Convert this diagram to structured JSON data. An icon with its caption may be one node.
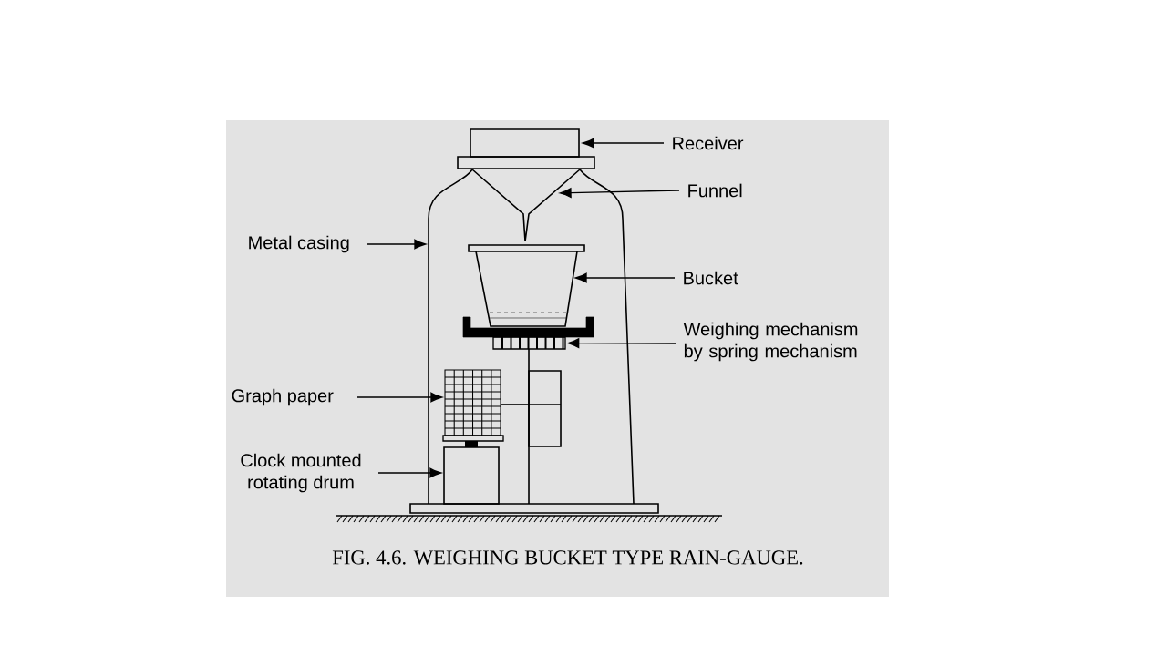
{
  "diagram": {
    "caption": "FIG. 4.6. WEIGHING BUCKET TYPE RAIN-GAUGE.",
    "nodes": [
      {
        "text": [
          "Receiver"
        ]
      },
      {
        "text": [
          "Funnel"
        ]
      },
      {
        "text": [
          "Metal casing"
        ]
      },
      {
        "text": [
          "Bucket"
        ]
      },
      {
        "text": [
          "Weighing mechanism by spring mechanism"
        ]
      },
      {
        "text": [
          "Graph paper"
        ]
      },
      {
        "text": [
          "Clock mounted rotating drum"
        ]
      },
      {
        "text": [],
        "shape": "box"
      }
    ],
    "edges": [
      {
        "from": 0,
        "to": null,
        "arrow": "to"
      },
      {
        "from": 1,
        "to": null,
        "arrow": "to"
      },
      {
        "from": 2,
        "to": null,
        "arrow": "to"
      },
      {
        "from": 3,
        "to": null,
        "arrow": "to"
      },
      {
        "from": 4,
        "to": 7,
        "arrow": "to"
      },
      {
        "from": 5,
        "to": null,
        "arrow": "to"
      },
      {
        "from": 6,
        "to": null,
        "arrow": "to"
      }
    ]
  }
}
